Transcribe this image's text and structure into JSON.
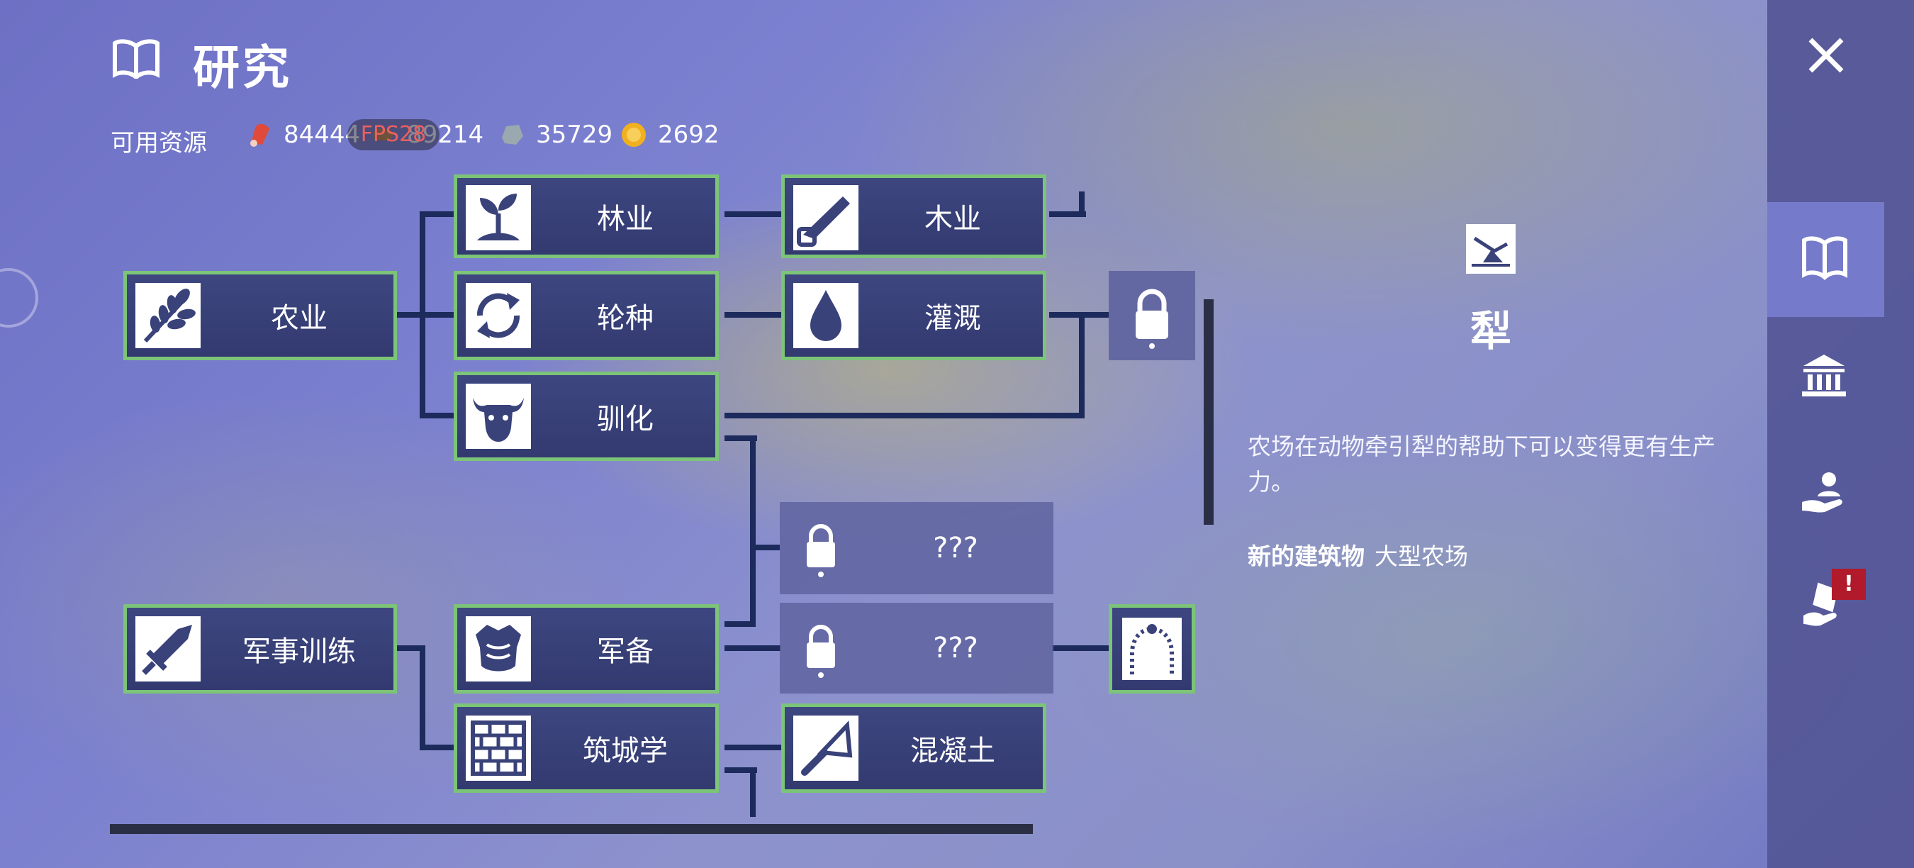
{
  "header": {
    "title": "研究",
    "resources_label": "可用资源",
    "fps": "FPS28"
  },
  "resources": [
    {
      "icon": "meat-icon",
      "value": "84444",
      "color": "#e04a3a"
    },
    {
      "icon": "wood-icon",
      "value": "89214",
      "color": "#c0843a"
    },
    {
      "icon": "stone-icon",
      "value": "35729",
      "color": "#9aa8b0"
    },
    {
      "icon": "gold-icon",
      "value": "2692",
      "color": "#f0b020"
    }
  ],
  "tree": {
    "agriculture": "农业",
    "forestry": "林业",
    "rotation": "轮种",
    "domestication": "驯化",
    "woodwork": "木业",
    "irrigation": "灌溉",
    "unknown1": "???",
    "unknown2": "???",
    "military": "军事训练",
    "armament": "军备",
    "fortification": "筑城学",
    "concrete": "混凝土"
  },
  "detail": {
    "title": "犁",
    "description": "农场在动物牵引犁的帮助下可以变得更有生产力。",
    "new_buildings_label": "新的建筑物",
    "new_buildings_value": "大型农场"
  },
  "sidebar": {
    "badge": "!",
    "items": [
      "book-icon",
      "museum-icon",
      "hand-person-icon",
      "hand-scroll-icon"
    ]
  },
  "colors": {
    "node_border": "#7cc478",
    "node_bg": "#3a427a",
    "wire": "#1c2a5c",
    "rail": "#545696"
  }
}
